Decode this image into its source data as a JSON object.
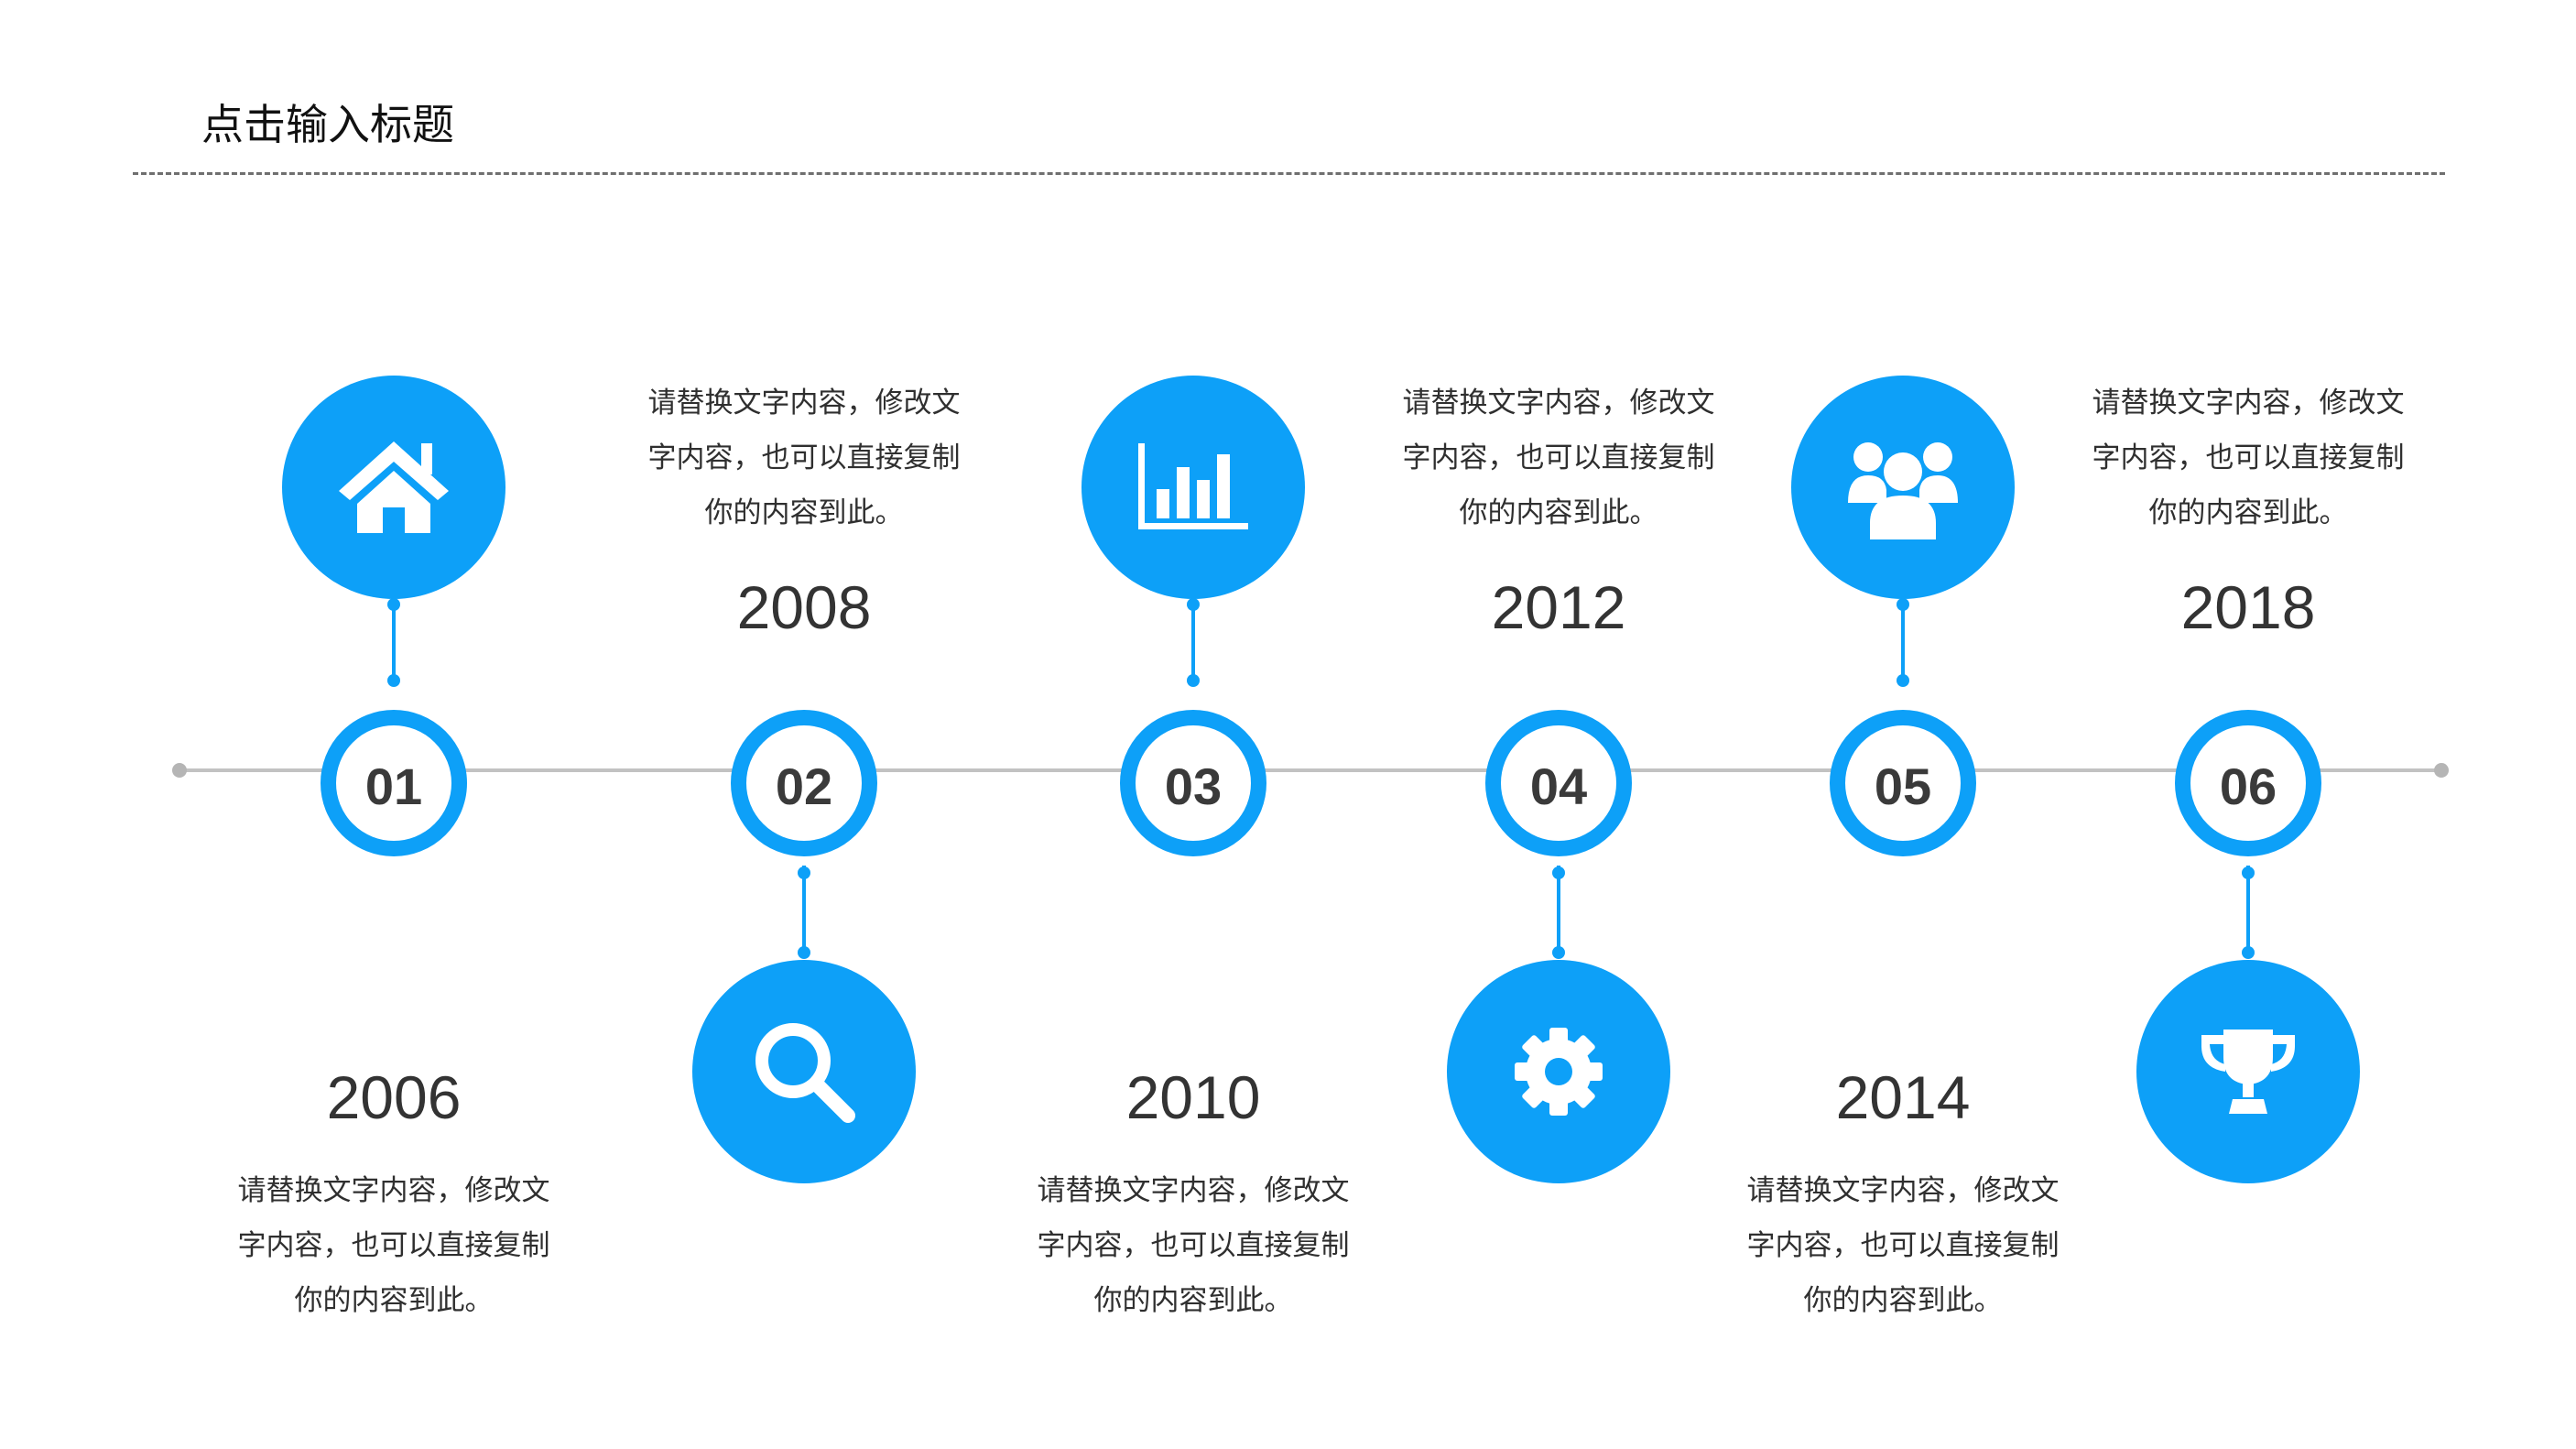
{
  "header": {
    "title": "点击输入标题"
  },
  "colors": {
    "accent": "#0da0f8",
    "axis": "#c2c2c2",
    "text": "#333333"
  },
  "timeline": {
    "nodes": [
      {
        "number": "01",
        "year": "2006",
        "icon": "home-icon",
        "desc": {
          "line1": "请替换文字内容，修改文",
          "line2": "字内容，也可以直接复制",
          "line3": "你的内容到此。"
        }
      },
      {
        "number": "02",
        "year": "2008",
        "icon": "search-icon",
        "desc": {
          "line1": "请替换文字内容，修改文",
          "line2": "字内容，也可以直接复制",
          "line3": "你的内容到此。"
        }
      },
      {
        "number": "03",
        "year": "2010",
        "icon": "bar-chart-icon",
        "desc": {
          "line1": "请替换文字内容，修改文",
          "line2": "字内容，也可以直接复制",
          "line3": "你的内容到此。"
        }
      },
      {
        "number": "04",
        "year": "2012",
        "icon": "gear-icon",
        "desc": {
          "line1": "请替换文字内容，修改文",
          "line2": "字内容，也可以直接复制",
          "line3": "你的内容到此。"
        }
      },
      {
        "number": "05",
        "year": "2014",
        "icon": "users-icon",
        "desc": {
          "line1": "请替换文字内容，修改文",
          "line2": "字内容，也可以直接复制",
          "line3": "你的内容到此。"
        }
      },
      {
        "number": "06",
        "year": "2018",
        "icon": "trophy-icon",
        "desc": {
          "line1": "请替换文字内容，修改文",
          "line2": "字内容，也可以直接复制",
          "line3": "你的内容到此。"
        }
      }
    ]
  }
}
